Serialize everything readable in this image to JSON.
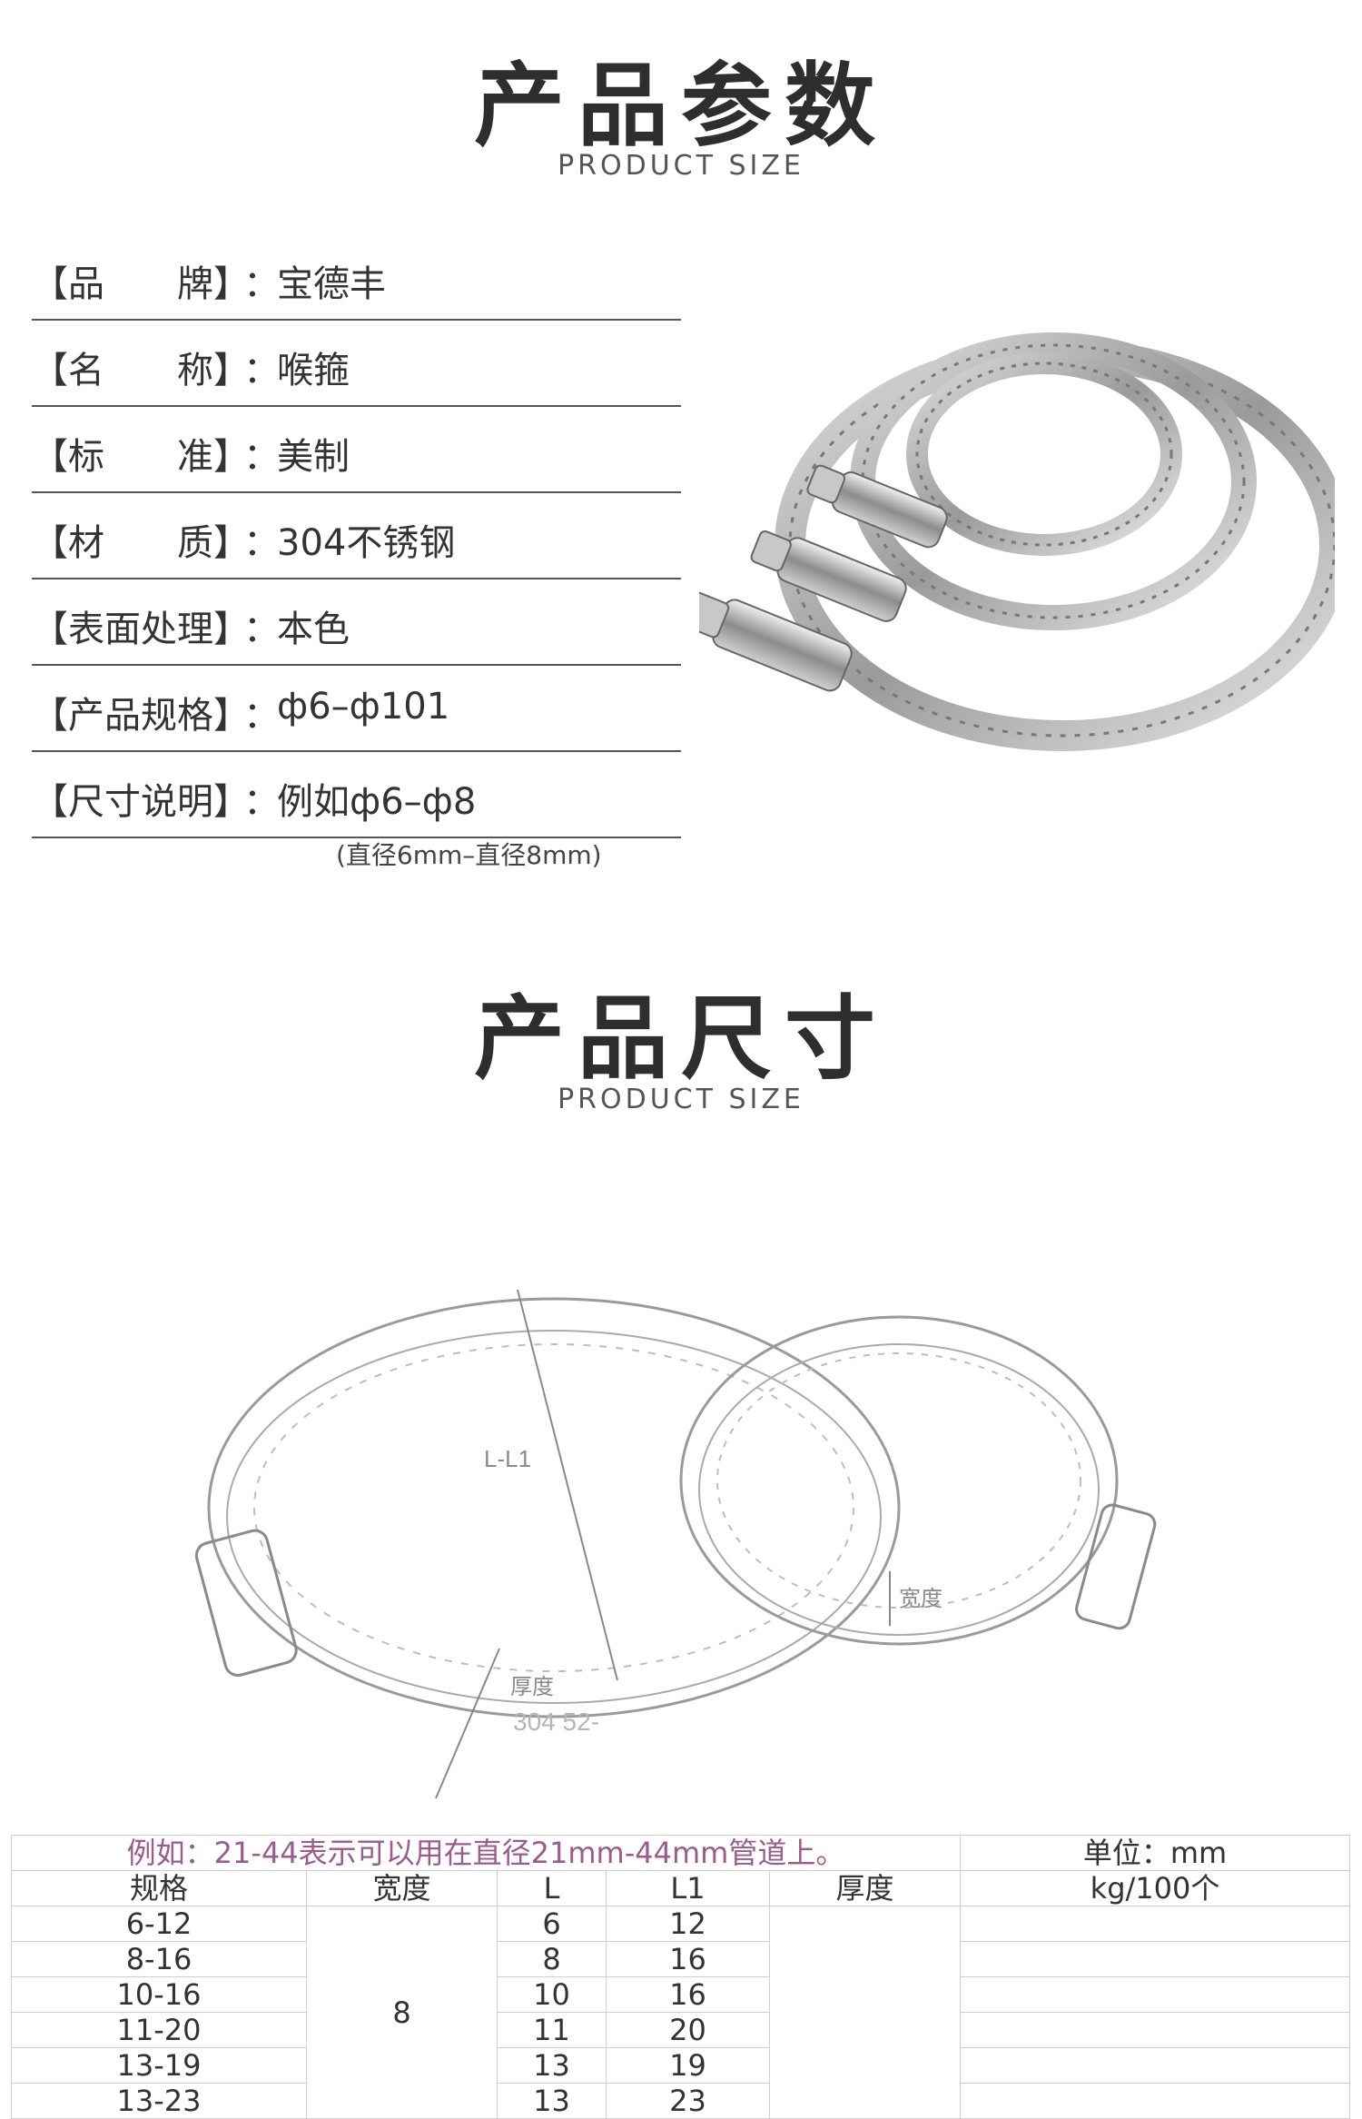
{
  "section1": {
    "title": "产品参数",
    "subtitle": "PRODUCT SIZE"
  },
  "params": [
    {
      "label": "【品　　牌】",
      "value": "宝德丰"
    },
    {
      "label": "【名　　称】",
      "value": "喉箍"
    },
    {
      "label": "【标　　准】",
      "value": "美制"
    },
    {
      "label": "【材　　质】",
      "value": "304不锈钢"
    },
    {
      "label": "【表面处理】",
      "value": "本色"
    },
    {
      "label": "【产品规格】",
      "value": "ф6–ф101"
    },
    {
      "label": "【尺寸说明】",
      "value": "例如ф6–ф8"
    }
  ],
  "colon": "：",
  "params_note": "(直径6mm–直径8mm)",
  "section2": {
    "title": "产品尺寸",
    "subtitle": "PRODUCT SIZE"
  },
  "diagram": {
    "length_label": "L-L1",
    "thickness_label": "厚度",
    "width_label": "宽度",
    "stamp_text": "304 52-"
  },
  "table": {
    "example": "例如：21-44表示可以用在直径21mm-44mm管道上。",
    "unit": "单位：mm",
    "headers": [
      "规格",
      "宽度",
      "L",
      "L1",
      "厚度",
      "kg/100个"
    ],
    "width_value": "8",
    "rows": [
      {
        "spec": "6-12",
        "L": "6",
        "L1": "12"
      },
      {
        "spec": "8-16",
        "L": "8",
        "L1": "16"
      },
      {
        "spec": "10-16",
        "L": "10",
        "L1": "16"
      },
      {
        "spec": "11-20",
        "L": "11",
        "L1": "20"
      },
      {
        "spec": "13-19",
        "L": "13",
        "L1": "19"
      },
      {
        "spec": "13-23",
        "L": "13",
        "L1": "23"
      }
    ]
  }
}
